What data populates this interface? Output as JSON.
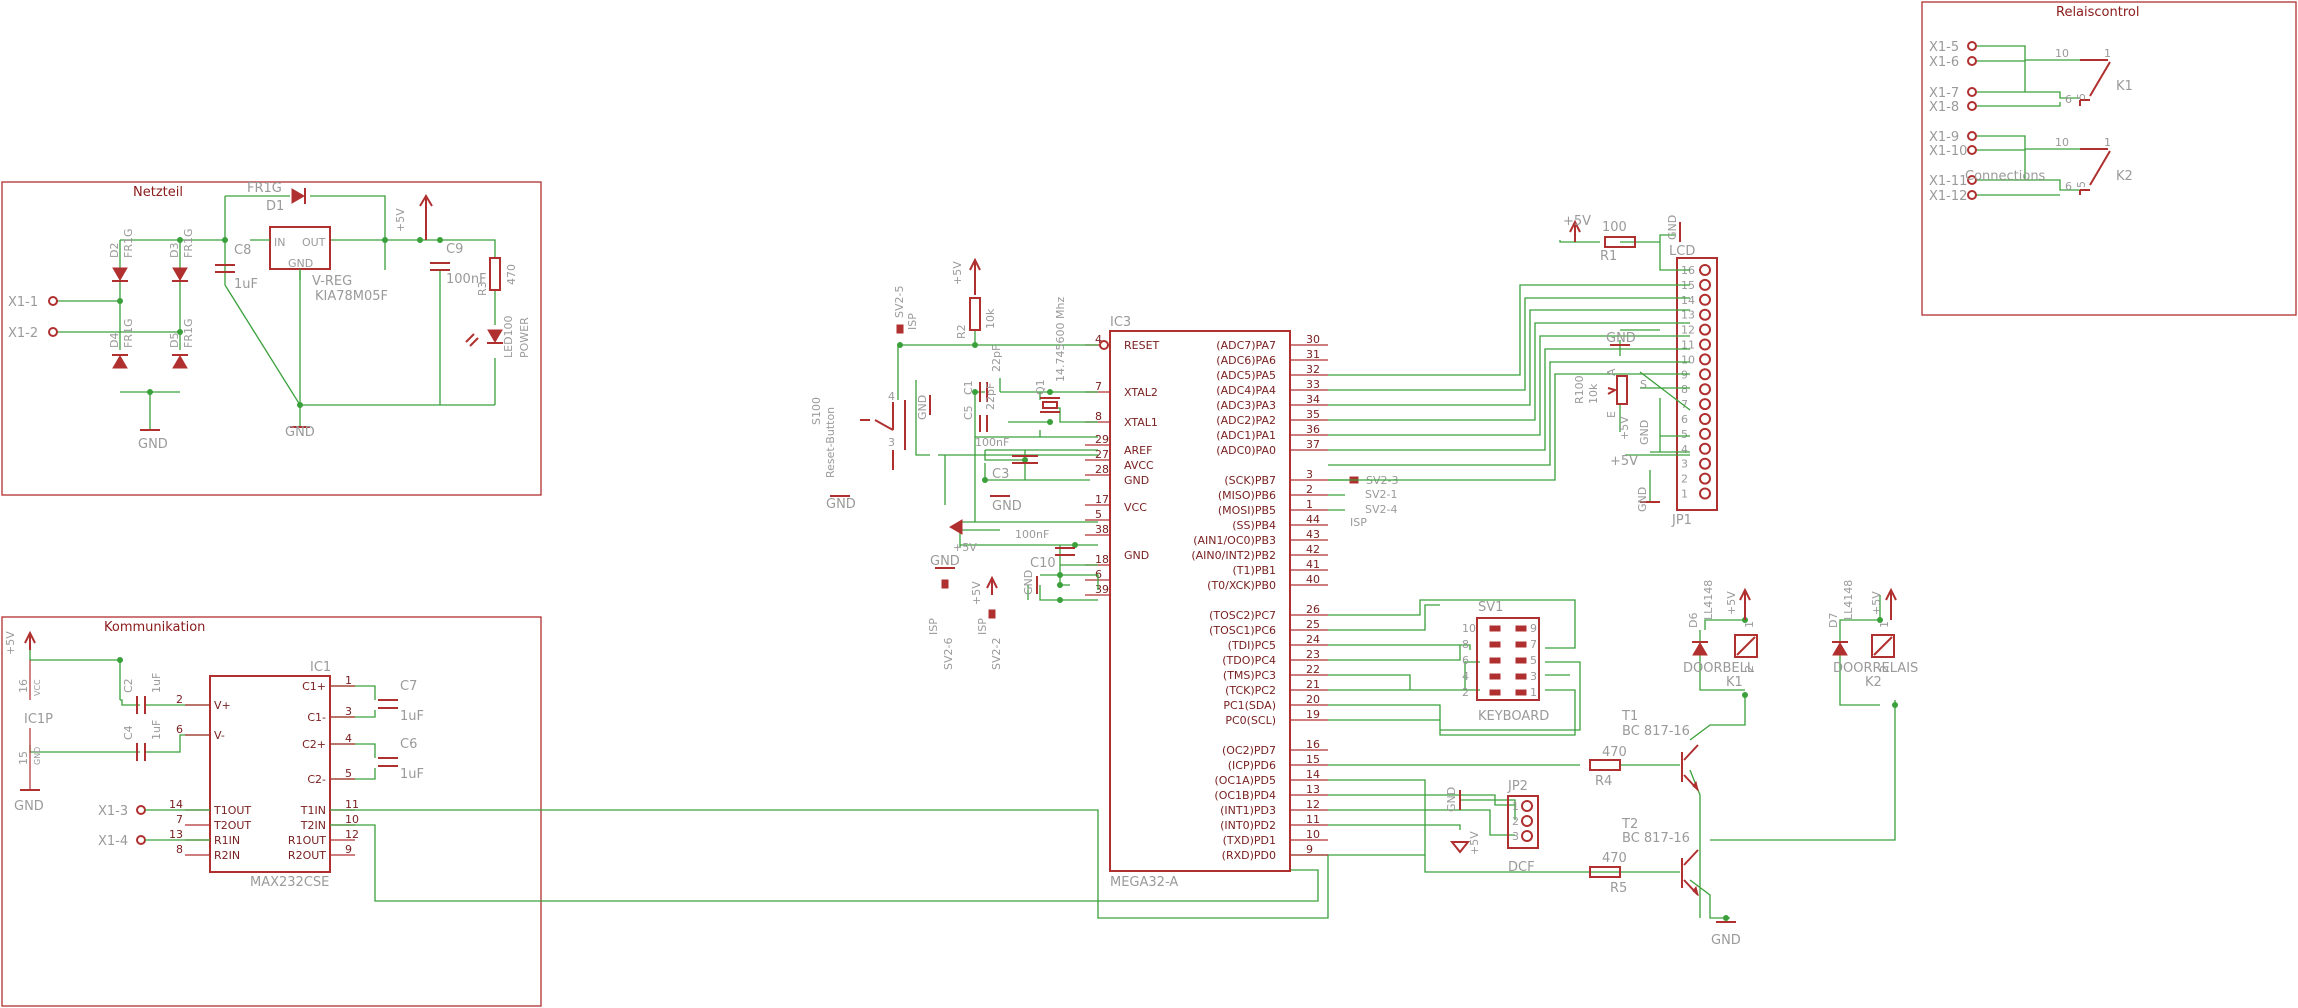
{
  "frames": {
    "netzteil": "Netzteil",
    "kommunikation": "Kommunikation",
    "relaiscontrol": "Relaiscontrol"
  },
  "netzteil": {
    "x1_1": "X1-1",
    "x1_2": "X1-2",
    "d1_name": "D1",
    "d1_val": "FR1G",
    "d2_name": "D2",
    "d2_val": "FR1G",
    "d3_name": "D3",
    "d3_val": "FR1G",
    "d4_name": "D4",
    "d4_val": "FR1G",
    "d5_name": "D5",
    "d5_val": "FR1G",
    "c8_name": "C8",
    "c8_val": "1uF",
    "c9_name": "C9",
    "c9_val": "100nF",
    "reg_in": "IN",
    "reg_out": "OUT",
    "reg_gnd": "GND",
    "reg_name": "V-REG",
    "reg_val": "KIA78M05F",
    "vplus": "+5V",
    "r3_name": "R3",
    "r3_val": "470",
    "led_name": "LED100",
    "led_val": "POWER",
    "gnd_a": "GND",
    "gnd_b": "GND"
  },
  "komm": {
    "vplus": "+5V",
    "ic1p_name": "IC1P",
    "p16": "16",
    "p15": "15",
    "vcc": "VCC",
    "gnd_pin": "GND",
    "gnd": "GND",
    "c2_name": "C2",
    "c2_val": "1uF",
    "c4_name": "C4",
    "c4_val": "1uF",
    "c6_name": "C6",
    "c6_val": "1uF",
    "c7_name": "C7",
    "c7_val": "1uF",
    "ic1_name": "IC1",
    "ic1_val": "MAX232CSE",
    "pins_left": [
      "V+",
      "V-",
      "T1OUT",
      "T2OUT",
      "R1IN",
      "R2IN"
    ],
    "pins_left_num": [
      "2",
      "6",
      "14",
      "7",
      "13",
      "8"
    ],
    "pins_right": [
      "C1+",
      "C1-",
      "C2+",
      "C2-",
      "T1IN",
      "T2IN",
      "R1OUT",
      "R2OUT"
    ],
    "pins_right_num": [
      "1",
      "3",
      "4",
      "5",
      "11",
      "10",
      "12",
      "9"
    ],
    "x1_3": "X1-3",
    "x1_4": "X1-4"
  },
  "mcu": {
    "name": "IC3",
    "val": "MEGA32-A",
    "left_pins": [
      "RESET",
      "XTAL2",
      "XTAL1",
      "AREF",
      "AVCC",
      "GND",
      "VCC",
      "GND"
    ],
    "left_nums": [
      "4",
      "7",
      "8",
      "29",
      "27",
      "28",
      "17",
      "5",
      "38",
      "18",
      "6",
      "39"
    ],
    "pa": [
      "(ADC7)PA7",
      "(ADC6)PA6",
      "(ADC5)PA5",
      "(ADC4)PA4",
      "(ADC3)PA3",
      "(ADC2)PA2",
      "(ADC1)PA1",
      "(ADC0)PA0"
    ],
    "pa_num": [
      "30",
      "31",
      "32",
      "33",
      "34",
      "35",
      "36",
      "37"
    ],
    "pb": [
      "(SCK)PB7",
      "(MISO)PB6",
      "(MOSI)PB5",
      "(SS)PB4",
      "(AIN1/OC0)PB3",
      "(AIN0/INT2)PB2",
      "(T1)PB1",
      "(T0/XCK)PB0"
    ],
    "pb_num": [
      "3",
      "2",
      "1",
      "44",
      "43",
      "42",
      "41",
      "40"
    ],
    "pc": [
      "(TOSC2)PC7",
      "(TOSC1)PC6",
      "(TDI)PC5",
      "(TDO)PC4",
      "(TMS)PC3",
      "(TCK)PC2",
      "PC1(SDA)",
      "PC0(SCL)"
    ],
    "pc_num": [
      "26",
      "25",
      "24",
      "23",
      "22",
      "21",
      "20",
      "19"
    ],
    "pd": [
      "(OC2)PD7",
      "(ICP)PD6",
      "(OC1A)PD5",
      "(OC1B)PD4",
      "(INT1)PD3",
      "(INT0)PD2",
      "(TXD)PD1",
      "(RXD)PD0"
    ],
    "pd_num": [
      "16",
      "15",
      "14",
      "13",
      "12",
      "11",
      "10",
      "9"
    ]
  },
  "mcu_periph": {
    "sv2_5": "SV2-5",
    "isp": "ISP",
    "vplus": "+5V",
    "r2_name": "R2",
    "r2_val": "10k",
    "s100_name": "S100",
    "s100_val": "Reset-Button",
    "gnd": "GND",
    "c1_name": "C1",
    "c1_val": "22pF",
    "c5_name": "C5",
    "c5_val": "22pF",
    "q1_name": "Q1",
    "q1_val": "14.745600 Mhz",
    "c_aref": "100nF",
    "c3_name": "C3",
    "c_vcc": "100nF",
    "c10_name": "C10",
    "sv2_6": "SV2-6",
    "sv2_2": "SV2-2",
    "sv2_3": "SV2-3",
    "sv2_1": "SV2-1",
    "sv2_4": "SV2-4"
  },
  "lcd": {
    "name": "JP1",
    "val": "LCD",
    "r1_name": "R1",
    "r1_val": "100",
    "r100_name": "R100",
    "r100_val": "10k",
    "r100_a": "A",
    "r100_s": "S",
    "r100_e": "E",
    "pins": [
      "16",
      "15",
      "14",
      "13",
      "12",
      "11",
      "10",
      "9",
      "8",
      "7",
      "6",
      "5",
      "4",
      "3",
      "2",
      "1"
    ],
    "vplus": "+5V",
    "gnd": "GND"
  },
  "keyboard": {
    "name": "SV1",
    "val": "KEYBOARD",
    "left": [
      "10",
      "8",
      "6",
      "4",
      "2"
    ],
    "right": [
      "9",
      "7",
      "5",
      "3",
      "1"
    ]
  },
  "dcf": {
    "name": "JP2",
    "val": "DCF",
    "pins": [
      "1",
      "2",
      "3"
    ],
    "gnd": "GND",
    "vplus": "+5V"
  },
  "drivers": {
    "r4_name": "R4",
    "r4_val": "470",
    "r5_name": "R5",
    "r5_val": "470",
    "t1_name": "T1",
    "t1_val": "BC 817-16",
    "t2_name": "T2",
    "t2_val": "BC 817-16",
    "d6_name": "D6",
    "d6_val": "LL4148",
    "d7_name": "D7",
    "d7_val": "LL4148",
    "k1_name": "K1",
    "k1_val": "DOORBELL",
    "k2_name": "K2",
    "k2_val": "DOORRELAIS",
    "vplus": "+5V",
    "gnd": "GND",
    "p1": "1",
    "p2": "2"
  },
  "relais": {
    "terms": [
      "X1-5",
      "X1-6",
      "X1-7",
      "X1-8",
      "X1-9",
      "X1-10",
      "X1-11",
      "X1-12"
    ],
    "connections": "Connections",
    "k1": "K1",
    "k2": "K2",
    "p10": "10",
    "p1": "1",
    "p6": "6",
    "p5": "5"
  }
}
